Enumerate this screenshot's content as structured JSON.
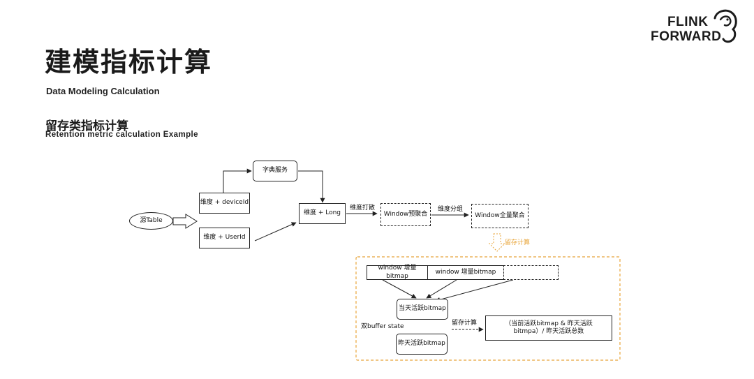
{
  "header": {
    "title": "建模指标计算",
    "subtitle": "Data Modeling Calculation",
    "section_title": "留存类指标计算",
    "section_subtitle": "Retention metric calculation Example"
  },
  "logo": {
    "line1": "FLINK",
    "line2": "FORWARD"
  },
  "diagram": {
    "nodes": {
      "source_table": "源Table",
      "dim_device": "维度 + deviceId",
      "dim_user": "维度 + UserId",
      "dict_service": "字典服务",
      "dim_long": "维度 + Long",
      "window_pre": "Window预聚合",
      "window_full": "Window全量聚合",
      "bitmap_1": "window 增量bitmap",
      "bitmap_2": "window 增量bitmap",
      "bitmap_3": "",
      "today_active": "当天活跃bitmap",
      "yesterday_active": "昨天活跃bitmap",
      "result": "（当前活跃bitmap & 昨天活跃bitmpa）/ 昨天活跃总数"
    },
    "edge_labels": {
      "scatter": "维度打散",
      "group": "维度分组",
      "retention_calc_top": "留存计算",
      "retention_calc_inner": "留存计算",
      "double_buffer": "双buffer state"
    },
    "colors": {
      "accent_orange": "#e8a53a",
      "line": "#222222"
    }
  }
}
